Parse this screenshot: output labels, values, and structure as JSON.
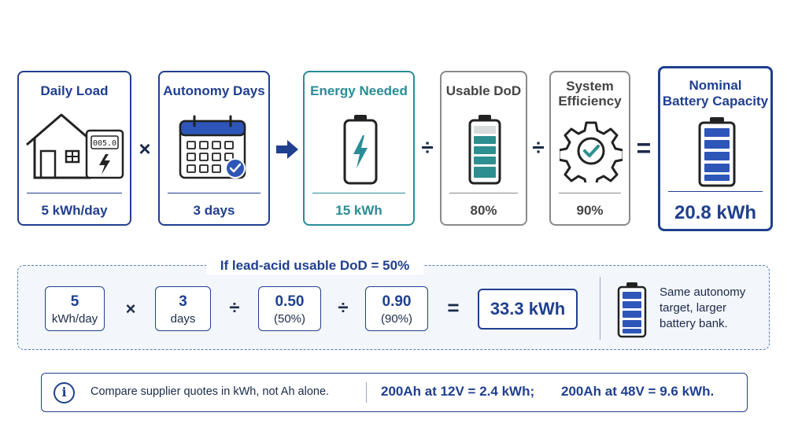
{
  "steps": {
    "daily_load": {
      "title": "Daily Load",
      "value": "5 kWh/day",
      "meter_reading": "005.0"
    },
    "autonomy": {
      "title": "Autonomy Days",
      "value": "3 days"
    },
    "energy": {
      "title": "Energy Needed",
      "value": "15 kWh"
    },
    "dod": {
      "title": "Usable DoD",
      "value": "80%"
    },
    "efficiency": {
      "title_line1": "System",
      "title_line2": "Efficiency",
      "value": "90%"
    },
    "nominal": {
      "title_line1": "Nominal",
      "title_line2": "Battery Capacity",
      "value": "20.8 kWh"
    }
  },
  "operators": {
    "multiply": "×",
    "divide": "÷",
    "equals": "="
  },
  "lead_acid": {
    "heading": "If lead-acid usable DoD = 50%",
    "load": {
      "big": "5",
      "small": "kWh/day"
    },
    "days": {
      "big": "3",
      "small": "days"
    },
    "dod": {
      "big": "0.50",
      "small": "(50%)"
    },
    "eff": {
      "big": "0.90",
      "small": "(90%)"
    },
    "result": "33.3 kWh",
    "note_line1": "Same autonomy",
    "note_line2": "target, larger",
    "note_line3": "battery bank."
  },
  "info": {
    "icon_glyph": "i",
    "compare_text": "Compare supplier quotes in kWh, not Ah alone.",
    "example1": "200Ah at 12V = 2.4 kWh;",
    "example2": "200Ah at 48V = 9.6 kWh."
  },
  "colors": {
    "navy": "#1f3f8f",
    "teal": "#2a8c96",
    "gray": "#8a8a8a",
    "battery_teal": "#2d8f8f",
    "battery_blue": "#2e55b8",
    "dashed_bg": "#f3f6fb"
  }
}
